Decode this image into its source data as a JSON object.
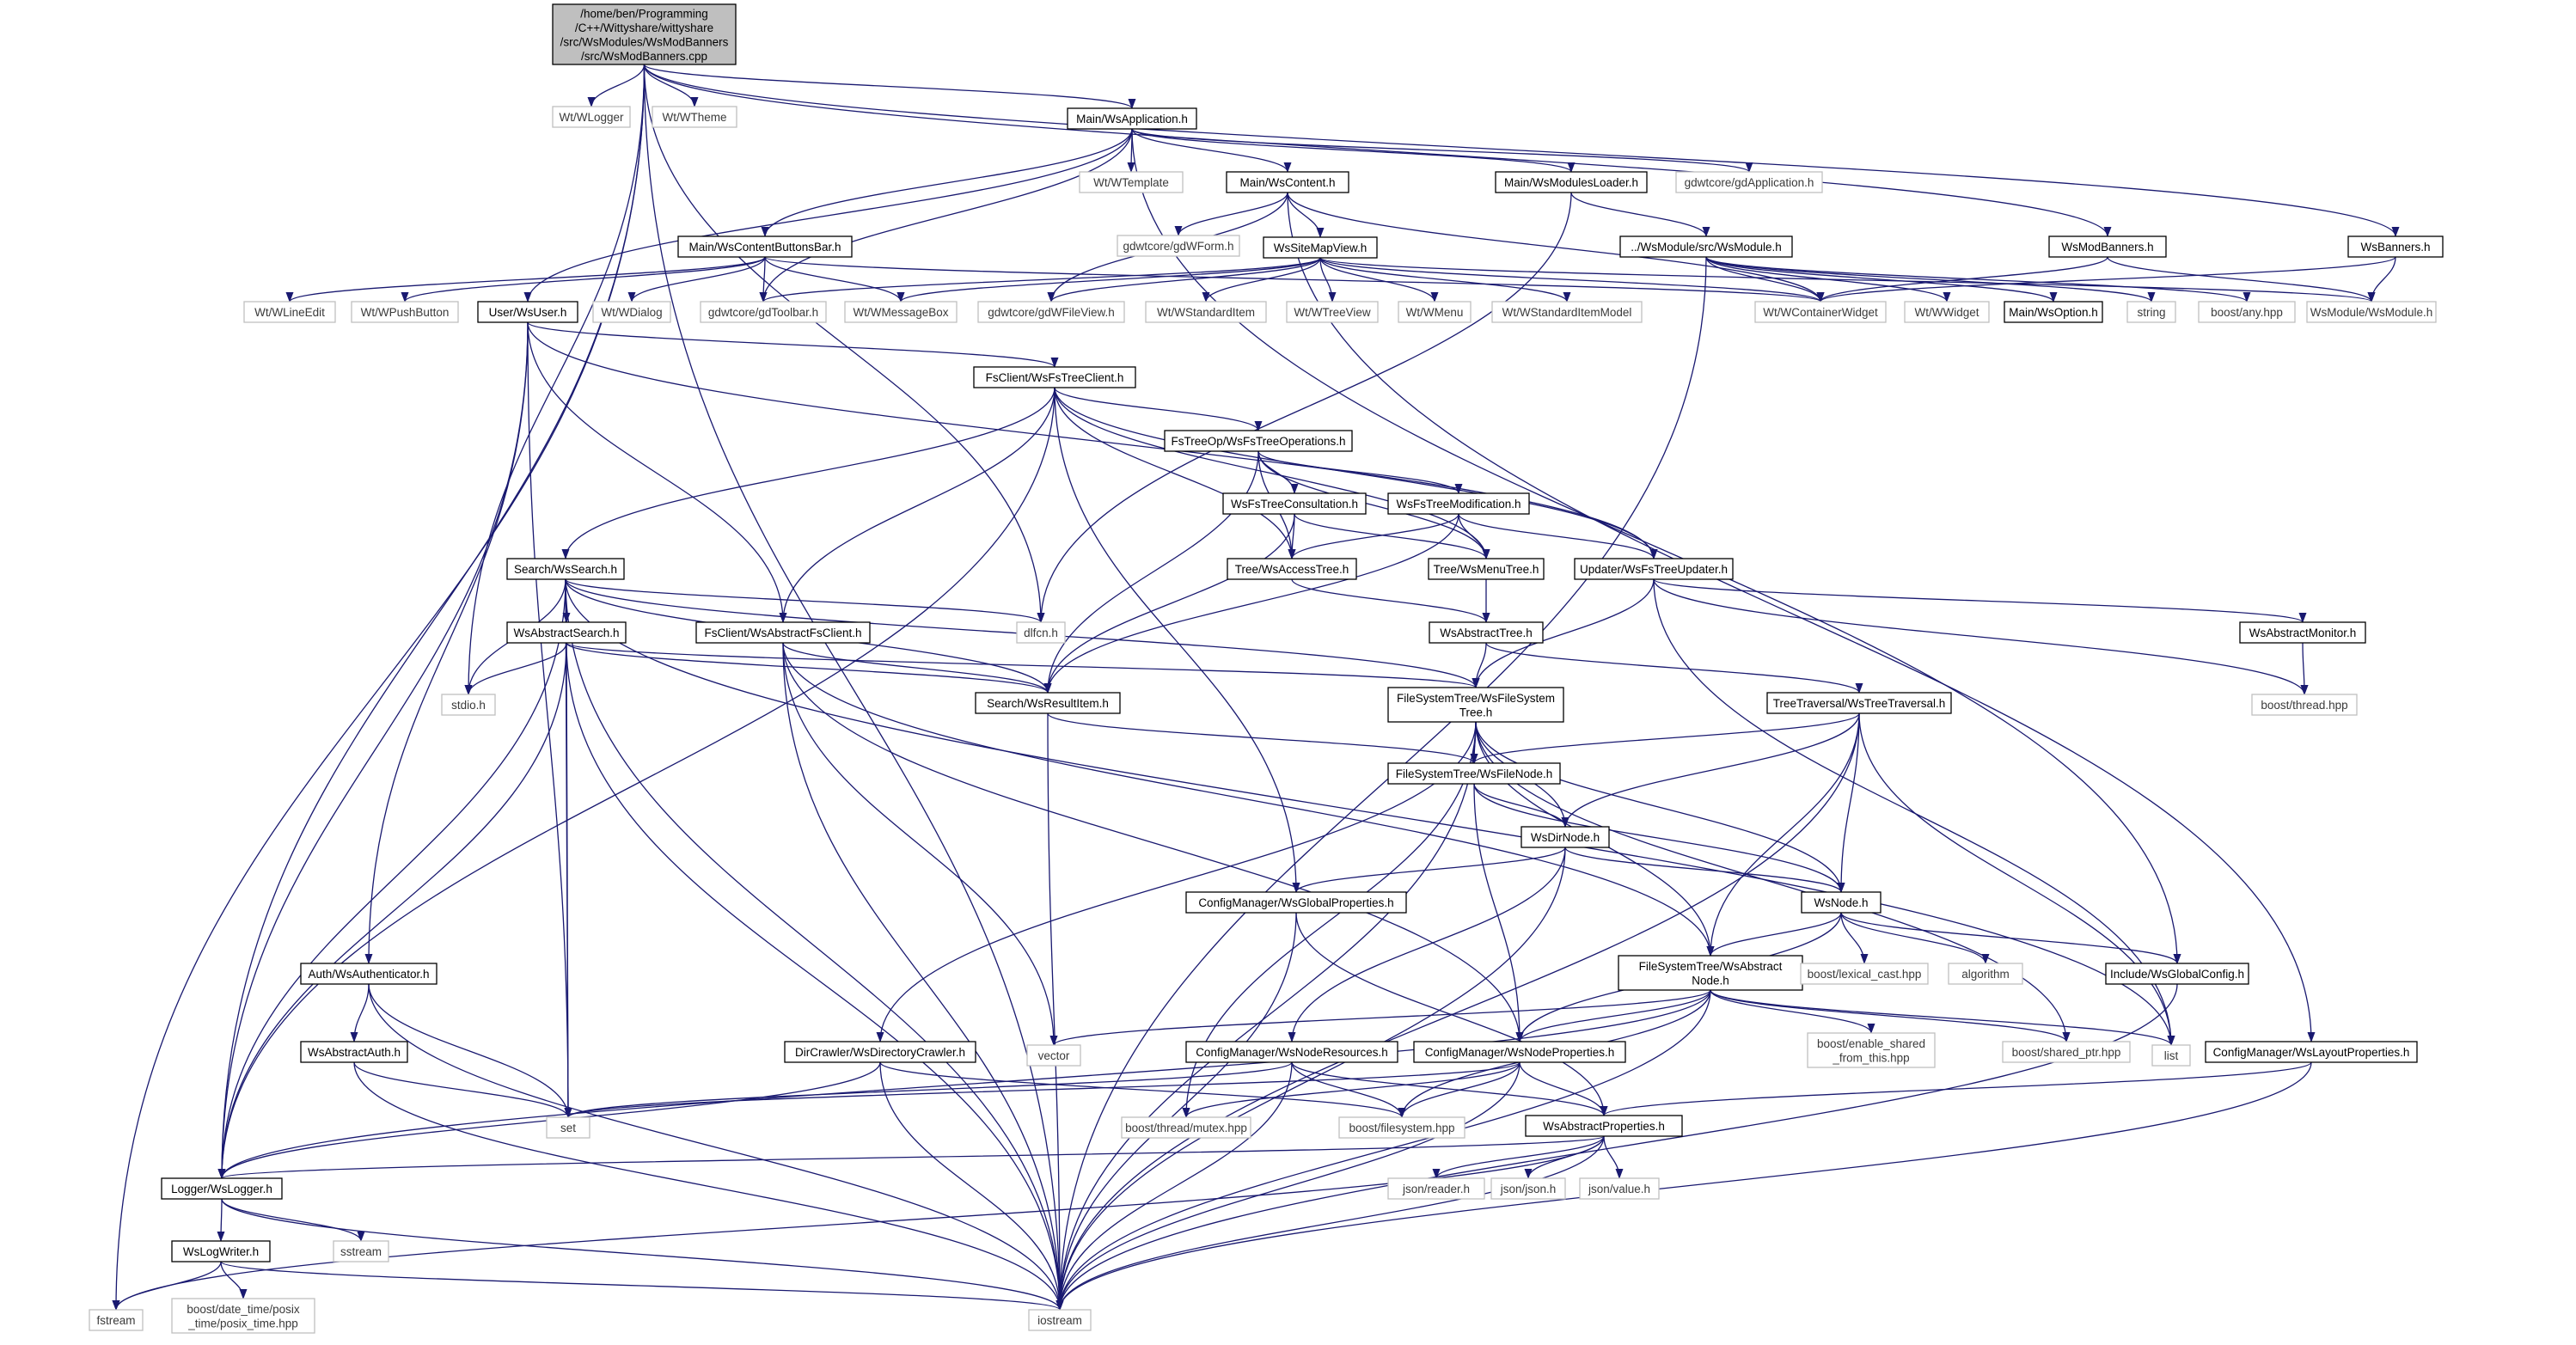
{
  "colors": {
    "edge": "#191970",
    "node_border": "#000000",
    "node_fill": "#ffffff",
    "root_fill": "#bfbfbf",
    "external_border": "#bfbfbf",
    "external_text": "#3a3a3a"
  },
  "nodes": [
    {
      "id": "root",
      "lines": [
        "/home/ben/Programming",
        "/C++/Wittyshare/wittyshare",
        "/src/WsModules/WsModBanners",
        "/src/WsModBanners.cpp"
      ],
      "kind": "root"
    },
    {
      "id": "wlogger",
      "lines": [
        "Wt/WLogger"
      ],
      "kind": "external"
    },
    {
      "id": "wtheme",
      "lines": [
        "Wt/WTheme"
      ],
      "kind": "external"
    },
    {
      "id": "wsapp",
      "lines": [
        "Main/WsApplication.h"
      ],
      "kind": "file"
    },
    {
      "id": "wtemplate",
      "lines": [
        "Wt/WTemplate"
      ],
      "kind": "external"
    },
    {
      "id": "wscontent",
      "lines": [
        "Main/WsContent.h"
      ],
      "kind": "file"
    },
    {
      "id": "modloader",
      "lines": [
        "Main/WsModulesLoader.h"
      ],
      "kind": "file"
    },
    {
      "id": "gdapp",
      "lines": [
        "gdwtcore/gdApplication.h"
      ],
      "kind": "external"
    },
    {
      "id": "wsmodule",
      "lines": [
        "../WsModule/src/WsModule.h"
      ],
      "kind": "file"
    },
    {
      "id": "modbanners",
      "lines": [
        "WsModBanners.h"
      ],
      "kind": "file"
    },
    {
      "id": "wsbanners",
      "lines": [
        "WsBanners.h"
      ],
      "kind": "file"
    },
    {
      "id": "gdwform",
      "lines": [
        "gdwtcore/gdWForm.h"
      ],
      "kind": "external"
    },
    {
      "id": "sitemap",
      "lines": [
        "WsSiteMapView.h"
      ],
      "kind": "file"
    },
    {
      "id": "btnbar",
      "lines": [
        "Main/WsContentButtonsBar.h"
      ],
      "kind": "file"
    },
    {
      "id": "wlineedit",
      "lines": [
        "Wt/WLineEdit"
      ],
      "kind": "external"
    },
    {
      "id": "wpushbutton",
      "lines": [
        "Wt/WPushButton"
      ],
      "kind": "external"
    },
    {
      "id": "wsuser",
      "lines": [
        "User/WsUser.h"
      ],
      "kind": "file"
    },
    {
      "id": "wdialog",
      "lines": [
        "Wt/WDialog"
      ],
      "kind": "external"
    },
    {
      "id": "gdtoolbar",
      "lines": [
        "gdwtcore/gdToolbar.h"
      ],
      "kind": "external"
    },
    {
      "id": "wmsgbox",
      "lines": [
        "Wt/WMessageBox"
      ],
      "kind": "external"
    },
    {
      "id": "gdfileview",
      "lines": [
        "gdwtcore/gdWFileView.h"
      ],
      "kind": "external"
    },
    {
      "id": "wstditem",
      "lines": [
        "Wt/WStandardItem"
      ],
      "kind": "external"
    },
    {
      "id": "wtreeview",
      "lines": [
        "Wt/WTreeView"
      ],
      "kind": "external"
    },
    {
      "id": "wmenu",
      "lines": [
        "Wt/WMenu"
      ],
      "kind": "external"
    },
    {
      "id": "wstdmodel",
      "lines": [
        "Wt/WStandardItemModel"
      ],
      "kind": "external"
    },
    {
      "id": "wcontainer",
      "lines": [
        "Wt/WContainerWidget"
      ],
      "kind": "external"
    },
    {
      "id": "wwidget",
      "lines": [
        "Wt/WWidget"
      ],
      "kind": "external"
    },
    {
      "id": "wsoption",
      "lines": [
        "Main/WsOption.h"
      ],
      "kind": "file"
    },
    {
      "id": "string",
      "lines": [
        "string"
      ],
      "kind": "external"
    },
    {
      "id": "boostany",
      "lines": [
        "boost/any.hpp"
      ],
      "kind": "external"
    },
    {
      "id": "wsmoduleh",
      "lines": [
        "WsModule/WsModule.h"
      ],
      "kind": "external"
    },
    {
      "id": "fstreeclient",
      "lines": [
        "FsClient/WsFsTreeClient.h"
      ],
      "kind": "file"
    },
    {
      "id": "fstreeops",
      "lines": [
        "FsTreeOp/WsFsTreeOperations.h"
      ],
      "kind": "file"
    },
    {
      "id": "fsconsult",
      "lines": [
        "WsFsTreeConsultation.h"
      ],
      "kind": "file"
    },
    {
      "id": "fsmodif",
      "lines": [
        "WsFsTreeModification.h"
      ],
      "kind": "file"
    },
    {
      "id": "search",
      "lines": [
        "Search/WsSearch.h"
      ],
      "kind": "file"
    },
    {
      "id": "accesstree",
      "lines": [
        "Tree/WsAccessTree.h"
      ],
      "kind": "file"
    },
    {
      "id": "menutree",
      "lines": [
        "Tree/WsMenuTree.h"
      ],
      "kind": "file"
    },
    {
      "id": "updater",
      "lines": [
        "Updater/WsFsTreeUpdater.h"
      ],
      "kind": "file"
    },
    {
      "id": "abssearch",
      "lines": [
        "WsAbstractSearch.h"
      ],
      "kind": "file"
    },
    {
      "id": "absfsclient",
      "lines": [
        "FsClient/WsAbstractFsClient.h"
      ],
      "kind": "file"
    },
    {
      "id": "dlfcn",
      "lines": [
        "dlfcn.h"
      ],
      "kind": "external"
    },
    {
      "id": "abstree",
      "lines": [
        "WsAbstractTree.h"
      ],
      "kind": "file"
    },
    {
      "id": "absmonitor",
      "lines": [
        "WsAbstractMonitor.h"
      ],
      "kind": "file"
    },
    {
      "id": "stdio",
      "lines": [
        "stdio.h"
      ],
      "kind": "external"
    },
    {
      "id": "resultitem",
      "lines": [
        "Search/WsResultItem.h"
      ],
      "kind": "file"
    },
    {
      "id": "fstree",
      "lines": [
        "FileSystemTree/WsFileSystem",
        "Tree.h"
      ],
      "kind": "file"
    },
    {
      "id": "treetrav",
      "lines": [
        "TreeTraversal/WsTreeTraversal.h"
      ],
      "kind": "file"
    },
    {
      "id": "boostthread",
      "lines": [
        "boost/thread.hpp"
      ],
      "kind": "external"
    },
    {
      "id": "filenode",
      "lines": [
        "FileSystemTree/WsFileNode.h"
      ],
      "kind": "file"
    },
    {
      "id": "dirnode",
      "lines": [
        "WsDirNode.h"
      ],
      "kind": "file"
    },
    {
      "id": "globalprops",
      "lines": [
        "ConfigManager/WsGlobalProperties.h"
      ],
      "kind": "file"
    },
    {
      "id": "wsnode",
      "lines": [
        "WsNode.h"
      ],
      "kind": "file"
    },
    {
      "id": "authenticator",
      "lines": [
        "Auth/WsAuthenticator.h"
      ],
      "kind": "file"
    },
    {
      "id": "absnode",
      "lines": [
        "FileSystemTree/WsAbstract",
        "Node.h"
      ],
      "kind": "file"
    },
    {
      "id": "lexcast",
      "lines": [
        "boost/lexical_cast.hpp"
      ],
      "kind": "external"
    },
    {
      "id": "algorithm",
      "lines": [
        "algorithm"
      ],
      "kind": "external"
    },
    {
      "id": "globalconfig",
      "lines": [
        "Include/WsGlobalConfig.h"
      ],
      "kind": "file"
    },
    {
      "id": "absauth",
      "lines": [
        "WsAbstractAuth.h"
      ],
      "kind": "file"
    },
    {
      "id": "dircrawler",
      "lines": [
        "DirCrawler/WsDirectoryCrawler.h"
      ],
      "kind": "file"
    },
    {
      "id": "vector",
      "lines": [
        "vector"
      ],
      "kind": "external"
    },
    {
      "id": "noderes",
      "lines": [
        "ConfigManager/WsNodeResources.h"
      ],
      "kind": "file"
    },
    {
      "id": "nodeprops",
      "lines": [
        "ConfigManager/WsNodeProperties.h"
      ],
      "kind": "file"
    },
    {
      "id": "enableshared",
      "lines": [
        "boost/enable_shared",
        "_from_this.hpp"
      ],
      "kind": "external"
    },
    {
      "id": "sharedptr",
      "lines": [
        "boost/shared_ptr.hpp"
      ],
      "kind": "external"
    },
    {
      "id": "list",
      "lines": [
        "list"
      ],
      "kind": "external"
    },
    {
      "id": "layoutprops",
      "lines": [
        "ConfigManager/WsLayoutProperties.h"
      ],
      "kind": "file"
    },
    {
      "id": "set",
      "lines": [
        "set"
      ],
      "kind": "external"
    },
    {
      "id": "mutex",
      "lines": [
        "boost/thread/mutex.hpp"
      ],
      "kind": "external"
    },
    {
      "id": "filesystem",
      "lines": [
        "boost/filesystem.hpp"
      ],
      "kind": "external"
    },
    {
      "id": "absprops",
      "lines": [
        "WsAbstractProperties.h"
      ],
      "kind": "file"
    },
    {
      "id": "wslogger",
      "lines": [
        "Logger/WsLogger.h"
      ],
      "kind": "file"
    },
    {
      "id": "jsonreader",
      "lines": [
        "json/reader.h"
      ],
      "kind": "external"
    },
    {
      "id": "jsonjson",
      "lines": [
        "json/json.h"
      ],
      "kind": "external"
    },
    {
      "id": "jsonvalue",
      "lines": [
        "json/value.h"
      ],
      "kind": "external"
    },
    {
      "id": "sstream",
      "lines": [
        "sstream"
      ],
      "kind": "external"
    },
    {
      "id": "logwriter",
      "lines": [
        "WsLogWriter.h"
      ],
      "kind": "file"
    },
    {
      "id": "fstream",
      "lines": [
        "fstream"
      ],
      "kind": "external"
    },
    {
      "id": "posixtime",
      "lines": [
        "boost/date_time/posix",
        "_time/posix_time.hpp"
      ],
      "kind": "external"
    },
    {
      "id": "iostream",
      "lines": [
        "iostream"
      ],
      "kind": "external"
    }
  ],
  "edges": [
    [
      "root",
      "wlogger"
    ],
    [
      "root",
      "wtheme"
    ],
    [
      "root",
      "wsapp"
    ],
    [
      "root",
      "modbanners"
    ],
    [
      "root",
      "wsbanners"
    ],
    [
      "root",
      "wslogger"
    ],
    [
      "root",
      "stdio"
    ],
    [
      "root",
      "dlfcn"
    ],
    [
      "root",
      "fstream"
    ],
    [
      "root",
      "iostream"
    ],
    [
      "wsapp",
      "wtemplate"
    ],
    [
      "wsapp",
      "wscontent"
    ],
    [
      "wsapp",
      "modloader"
    ],
    [
      "wsapp",
      "gdapp"
    ],
    [
      "wsapp",
      "btnbar"
    ],
    [
      "wsapp",
      "wsuser"
    ],
    [
      "wsapp",
      "gdtoolbar"
    ],
    [
      "wsapp",
      "globalconfig"
    ],
    [
      "wscontent",
      "gdwform"
    ],
    [
      "wscontent",
      "sitemap"
    ],
    [
      "wscontent",
      "gdfileview"
    ],
    [
      "wscontent",
      "wcontainer"
    ],
    [
      "wscontent",
      "layoutprops"
    ],
    [
      "modloader",
      "wsmodule"
    ],
    [
      "modloader",
      "dlfcn"
    ],
    [
      "wsmodule",
      "wcontainer"
    ],
    [
      "wsmodule",
      "wwidget"
    ],
    [
      "wsmodule",
      "wsoption"
    ],
    [
      "wsmodule",
      "string"
    ],
    [
      "wsmodule",
      "boostany"
    ],
    [
      "wsmodule",
      "iostream"
    ],
    [
      "modbanners",
      "wcontainer"
    ],
    [
      "modbanners",
      "wsmoduleh"
    ],
    [
      "wsbanners",
      "wcontainer"
    ],
    [
      "wsbanners",
      "wsmoduleh"
    ],
    [
      "sitemap",
      "gdtoolbar"
    ],
    [
      "sitemap",
      "wmsgbox"
    ],
    [
      "sitemap",
      "gdfileview"
    ],
    [
      "sitemap",
      "wstditem"
    ],
    [
      "sitemap",
      "wtreeview"
    ],
    [
      "sitemap",
      "wmenu"
    ],
    [
      "sitemap",
      "wstdmodel"
    ],
    [
      "sitemap",
      "wcontainer"
    ],
    [
      "sitemap",
      "wsmoduleh"
    ],
    [
      "btnbar",
      "wlineedit"
    ],
    [
      "btnbar",
      "wpushbutton"
    ],
    [
      "btnbar",
      "wdialog"
    ],
    [
      "btnbar",
      "gdtoolbar"
    ],
    [
      "btnbar",
      "wmsgbox"
    ],
    [
      "btnbar",
      "wcontainer"
    ],
    [
      "wsuser",
      "fstreeclient"
    ],
    [
      "wsuser",
      "authenticator"
    ],
    [
      "wsuser",
      "absfsclient"
    ],
    [
      "wsuser",
      "set"
    ],
    [
      "wsuser",
      "wslogger"
    ],
    [
      "wsuser",
      "updater"
    ],
    [
      "fstreeclient",
      "fstreeops"
    ],
    [
      "fstreeclient",
      "search"
    ],
    [
      "fstreeclient",
      "absfsclient"
    ],
    [
      "fstreeclient",
      "accesstree"
    ],
    [
      "fstreeclient",
      "menutree"
    ],
    [
      "fstreeclient",
      "updater"
    ],
    [
      "fstreeclient",
      "globalprops"
    ],
    [
      "fstreeclient",
      "wslogger"
    ],
    [
      "fstreeops",
      "fsconsult"
    ],
    [
      "fstreeops",
      "fsmodif"
    ],
    [
      "fstreeops",
      "resultitem"
    ],
    [
      "fstreeops",
      "menutree"
    ],
    [
      "fstreeops",
      "accesstree"
    ],
    [
      "fsconsult",
      "accesstree"
    ],
    [
      "fsconsult",
      "menutree"
    ],
    [
      "fsconsult",
      "resultitem"
    ],
    [
      "fsmodif",
      "menutree"
    ],
    [
      "fsmodif",
      "updater"
    ],
    [
      "fsmodif",
      "resultitem"
    ],
    [
      "fsmodif",
      "accesstree"
    ],
    [
      "search",
      "abssearch"
    ],
    [
      "search",
      "dlfcn"
    ],
    [
      "search",
      "stdio"
    ],
    [
      "search",
      "resultitem"
    ],
    [
      "search",
      "set"
    ],
    [
      "search",
      "fstree"
    ],
    [
      "search",
      "wslogger"
    ],
    [
      "search",
      "iostream"
    ],
    [
      "search",
      "list"
    ],
    [
      "abssearch",
      "stdio"
    ],
    [
      "abssearch",
      "resultitem"
    ],
    [
      "abssearch",
      "fstree"
    ],
    [
      "abssearch",
      "set"
    ],
    [
      "abssearch",
      "wslogger"
    ],
    [
      "abssearch",
      "iostream"
    ],
    [
      "absfsclient",
      "resultitem"
    ],
    [
      "absfsclient",
      "nodeprops"
    ],
    [
      "absfsclient",
      "absnode"
    ],
    [
      "absfsclient",
      "vector"
    ],
    [
      "absfsclient",
      "iostream"
    ],
    [
      "accesstree",
      "abstree"
    ],
    [
      "menutree",
      "abstree"
    ],
    [
      "abstree",
      "fstree"
    ],
    [
      "abstree",
      "treetrav"
    ],
    [
      "updater",
      "fstree"
    ],
    [
      "updater",
      "absmonitor"
    ],
    [
      "updater",
      "boostthread"
    ],
    [
      "updater",
      "list"
    ],
    [
      "absmonitor",
      "boostthread"
    ],
    [
      "resultitem",
      "filenode"
    ],
    [
      "resultitem",
      "iostream"
    ],
    [
      "fstree",
      "filenode"
    ],
    [
      "fstree",
      "dirnode"
    ],
    [
      "fstree",
      "wsnode"
    ],
    [
      "fstree",
      "absnode"
    ],
    [
      "fstree",
      "dircrawler"
    ],
    [
      "fstree",
      "mutex"
    ],
    [
      "fstree",
      "sharedptr"
    ],
    [
      "fstree",
      "iostream"
    ],
    [
      "treetrav",
      "filenode"
    ],
    [
      "treetrav",
      "dirnode"
    ],
    [
      "treetrav",
      "wsnode"
    ],
    [
      "treetrav",
      "absnode"
    ],
    [
      "treetrav",
      "list"
    ],
    [
      "treetrav",
      "iostream"
    ],
    [
      "filenode",
      "dirnode"
    ],
    [
      "filenode",
      "wsnode"
    ],
    [
      "filenode",
      "nodeprops"
    ],
    [
      "dirnode",
      "wsnode"
    ],
    [
      "dirnode",
      "globalprops"
    ],
    [
      "dirnode",
      "noderes"
    ],
    [
      "dirnode",
      "iostream"
    ],
    [
      "globalprops",
      "absprops"
    ],
    [
      "globalprops",
      "iostream"
    ],
    [
      "wsnode",
      "absnode"
    ],
    [
      "wsnode",
      "lexcast"
    ],
    [
      "wsnode",
      "algorithm"
    ],
    [
      "wsnode",
      "globalconfig"
    ],
    [
      "wsnode",
      "nodeprops"
    ],
    [
      "absnode",
      "vector"
    ],
    [
      "absnode",
      "nodeprops"
    ],
    [
      "absnode",
      "enableshared"
    ],
    [
      "absnode",
      "sharedptr"
    ],
    [
      "absnode",
      "list"
    ],
    [
      "absnode",
      "filesystem"
    ],
    [
      "absnode",
      "wslogger"
    ],
    [
      "absnode",
      "iostream"
    ],
    [
      "authenticator",
      "absauth"
    ],
    [
      "authenticator",
      "set"
    ],
    [
      "authenticator",
      "iostream"
    ],
    [
      "absauth",
      "set"
    ],
    [
      "absauth",
      "iostream"
    ],
    [
      "dircrawler",
      "filesystem"
    ],
    [
      "dircrawler",
      "wslogger"
    ],
    [
      "dircrawler",
      "iostream"
    ],
    [
      "noderes",
      "set"
    ],
    [
      "noderes",
      "filesystem"
    ],
    [
      "noderes",
      "absprops"
    ],
    [
      "noderes",
      "iostream"
    ],
    [
      "nodeprops",
      "set"
    ],
    [
      "nodeprops",
      "mutex"
    ],
    [
      "nodeprops",
      "filesystem"
    ],
    [
      "nodeprops",
      "absprops"
    ],
    [
      "nodeprops",
      "iostream"
    ],
    [
      "layoutprops",
      "absprops"
    ],
    [
      "layoutprops",
      "iostream"
    ],
    [
      "globalconfig",
      "iostream"
    ],
    [
      "absprops",
      "jsonreader"
    ],
    [
      "absprops",
      "jsonjson"
    ],
    [
      "absprops",
      "jsonvalue"
    ],
    [
      "absprops",
      "iostream"
    ],
    [
      "absprops",
      "wslogger"
    ],
    [
      "absprops",
      "fstream"
    ],
    [
      "wslogger",
      "logwriter"
    ],
    [
      "wslogger",
      "sstream"
    ],
    [
      "wslogger",
      "iostream"
    ],
    [
      "logwriter",
      "fstream"
    ],
    [
      "logwriter",
      "posixtime"
    ],
    [
      "logwriter",
      "iostream"
    ]
  ]
}
